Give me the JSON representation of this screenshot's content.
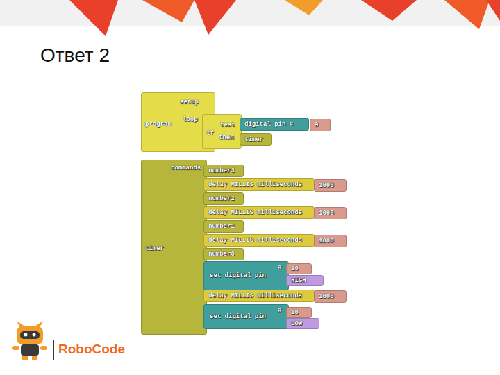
{
  "diagram": {
    "title": "Ответ 2",
    "nodes": [
      {
        "text": [
          "program",
          "setup",
          "loop"
        ]
      },
      {
        "text": [
          "if",
          "test",
          "then"
        ],
        "in": 0
      },
      {
        "text": [
          "digital pin #"
        ],
        "in": 1
      },
      {
        "text": [
          "9"
        ],
        "in": 2
      },
      {
        "text": [
          "timer"
        ],
        "in": 1
      },
      {
        "text": [
          "timer",
          "commands"
        ]
      },
      {
        "text": [
          "number3"
        ],
        "in": 5
      },
      {
        "text": [
          "delay MILLIS milliseconds"
        ],
        "in": 5
      },
      {
        "text": [
          "1000"
        ],
        "in": 7
      },
      {
        "text": [
          "number2"
        ],
        "in": 5
      },
      {
        "text": [
          "delay MILLIS milliseconds"
        ],
        "in": 5
      },
      {
        "text": [
          "1000"
        ],
        "in": 10
      },
      {
        "text": [
          "number1"
        ],
        "in": 5
      },
      {
        "text": [
          "delay MILLIS milliseconds"
        ],
        "in": 5
      },
      {
        "text": [
          "1000"
        ],
        "in": 13
      },
      {
        "text": [
          "number0"
        ],
        "in": 5
      },
      {
        "text": [
          "set digital pin",
          "#"
        ],
        "in": 5
      },
      {
        "text": [
          "10"
        ],
        "in": 16
      },
      {
        "text": [
          "HIGH"
        ],
        "in": 16
      },
      {
        "text": [
          "delay MILLIS milliseconds"
        ],
        "in": 5
      },
      {
        "text": [
          "1000"
        ],
        "in": 19
      },
      {
        "text": [
          "set digital pin",
          "#"
        ],
        "in": 5
      },
      {
        "text": [
          "10"
        ],
        "in": 21
      },
      {
        "text": [
          "LOW"
        ],
        "in": 21
      }
    ],
    "labels": [
      "RoboCode"
    ]
  }
}
